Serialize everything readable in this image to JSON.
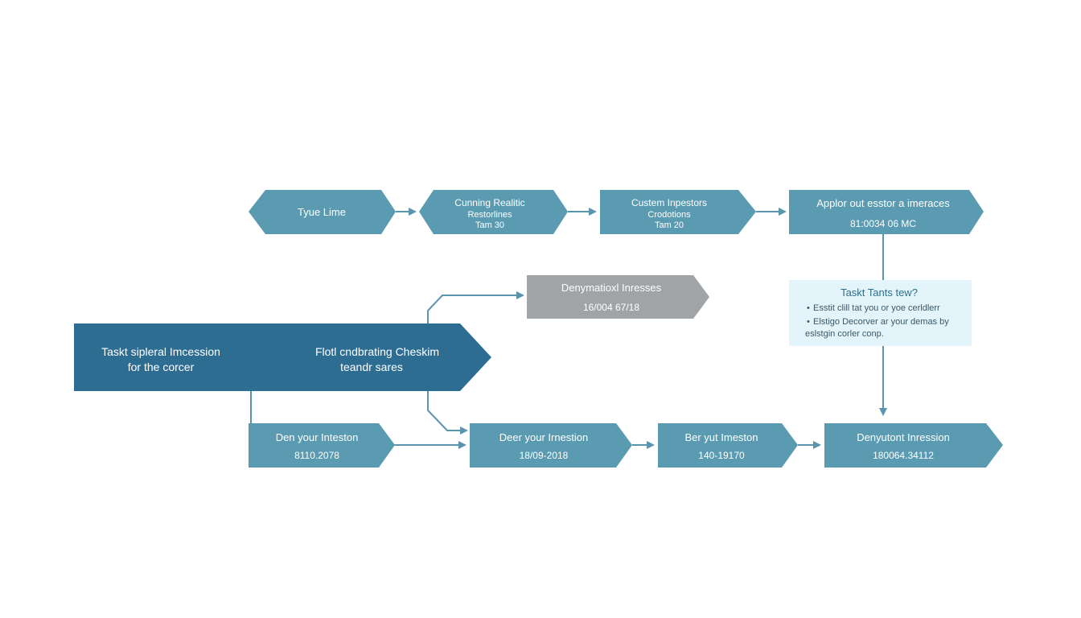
{
  "colors": {
    "node": "#5a9bb2",
    "node_dark": "#2e6d92",
    "node_gray": "#a0a4a7",
    "arrow": "#5a94ad",
    "callout_bg": "#e3f4fb",
    "callout_title": "#2c6f8e",
    "callout_text": "#3c5866"
  },
  "nodes": {
    "top_1": {
      "line1": "Tyue Lime"
    },
    "top_2": {
      "line1": "Cunning Realitic",
      "line2": "Restorlines",
      "line3": "Tam 30"
    },
    "top_3": {
      "line1": "Custem Inpestors",
      "line2": "Crodotions",
      "line3": "Tam 20"
    },
    "top_4": {
      "line1": "Applor out esstor a imeraces",
      "line2": "81:0034 06 MC"
    },
    "gray": {
      "line1": "Denymatioxl Inresses",
      "line2": "16/004 67/18"
    },
    "big": {
      "left_line1": "Taskt sipleral Imcession",
      "left_line2": "for the corcer",
      "right_line1": "Flotl cndbrating Cheskim",
      "right_line2": "teandr sares"
    },
    "bottom_1": {
      "line1": "Den your Inteston",
      "line2": "8110.2078"
    },
    "bottom_2": {
      "line1": "Deer your Irnestion",
      "line2": "18/09-2018"
    },
    "bottom_3": {
      "line1": "Ber yut Imeston",
      "line2": "140-19170"
    },
    "bottom_4": {
      "line1": "Denyutont Inression",
      "line2": "180064.34112"
    }
  },
  "callout": {
    "title": "Taskt Tants tew?",
    "bullet1": "Esstit clill tat you or yoe cerldlerr",
    "bullet2_line1": "Elstigo Decorver ar your demas by",
    "bullet2_line2": "eslstgin corler conp."
  }
}
